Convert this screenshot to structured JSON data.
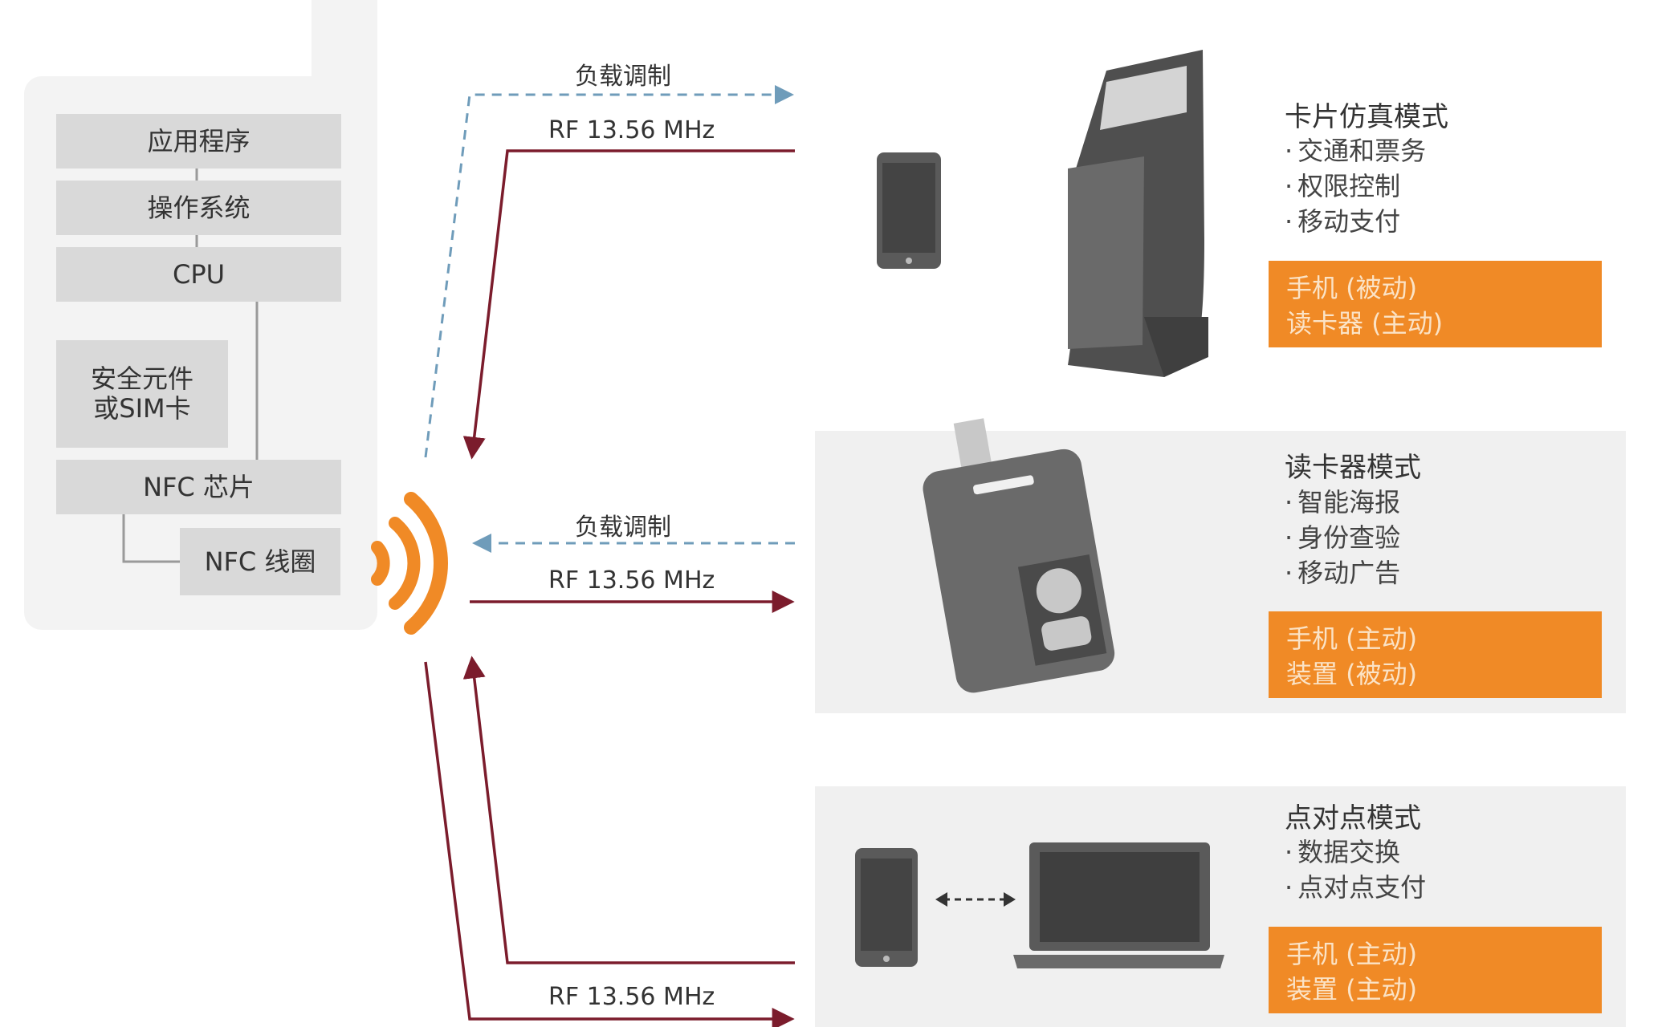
{
  "phone_stack": {
    "app": "应用程序",
    "os": "操作系统",
    "cpu": "CPU",
    "secure": "安全元件\n或SIM卡",
    "nfc_chip": "NFC 芯片",
    "nfc_coil": "NFC 线圈"
  },
  "links": {
    "load_mod_top": "负载调制",
    "rf_top": "RF 13.56 MHz",
    "load_mod_mid": "负载调制",
    "rf_mid": "RF 13.56 MHz",
    "rf_bottom": "RF 13.56 MHz"
  },
  "modes": [
    {
      "title": "卡片仿真模式",
      "items": [
        "交通和票务",
        "权限控制",
        "移动支付"
      ],
      "badge": [
        "手机 (被动)",
        "读卡器 (主动)"
      ]
    },
    {
      "title": "读卡器模式",
      "items": [
        "智能海报",
        "身份查验",
        "移动广告"
      ],
      "badge": [
        "手机 (主动)",
        "装置 (被动)"
      ]
    },
    {
      "title": "点对点模式",
      "items": [
        "数据交换",
        "点对点支付"
      ],
      "badge": [
        "手机 (主动)",
        "装置 (主动)"
      ]
    }
  ],
  "colors": {
    "orange": "#f08a26",
    "dark_red": "#7b1c2c",
    "dashed_blue": "#6f9cba",
    "block_gray": "#d9d9d9",
    "panel_gray": "#f0f0f0"
  }
}
